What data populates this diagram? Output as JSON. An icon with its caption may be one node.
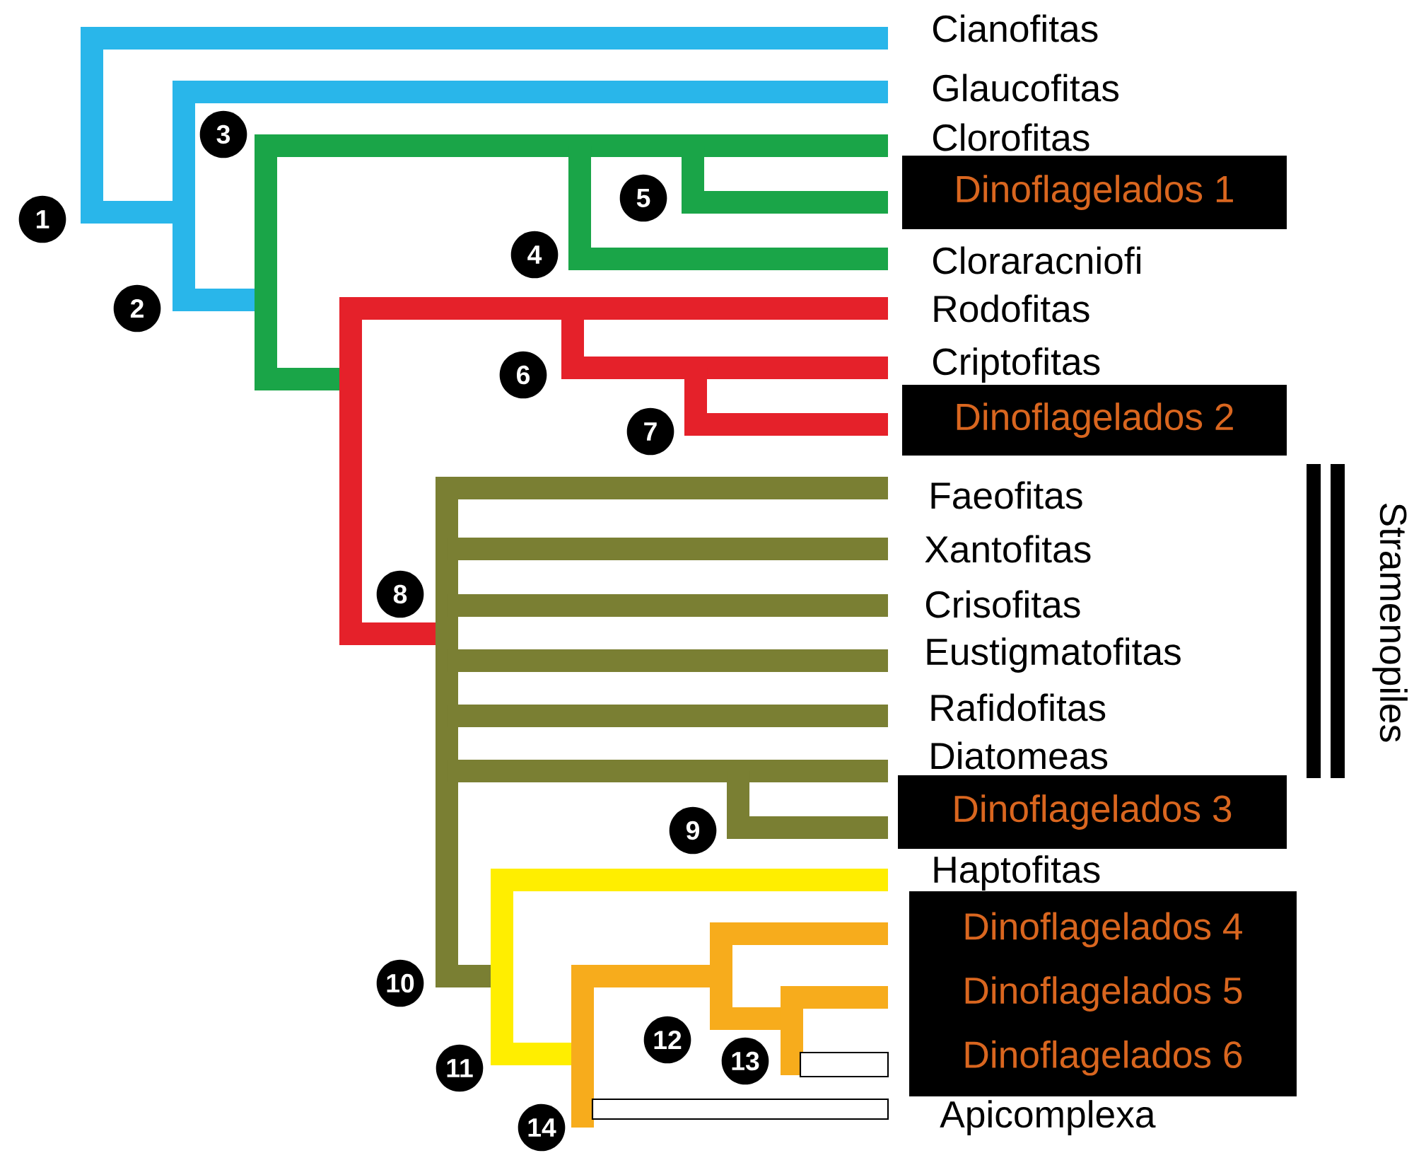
{
  "diagram": {
    "nodes": [
      {
        "text": [
          "1"
        ]
      },
      {
        "text": [
          "2"
        ]
      },
      {
        "text": [
          "3"
        ]
      },
      {
        "text": [
          "4"
        ]
      },
      {
        "text": [
          "5"
        ]
      },
      {
        "text": [
          "6"
        ]
      },
      {
        "text": [
          "7"
        ]
      },
      {
        "text": [
          "8"
        ]
      },
      {
        "text": [
          "9"
        ]
      },
      {
        "text": [
          "10"
        ]
      },
      {
        "text": [
          "11"
        ]
      },
      {
        "text": [
          "12"
        ]
      },
      {
        "text": [
          "13"
        ]
      },
      {
        "text": [
          "14"
        ]
      },
      {
        "text": [
          "Dinoflagelados 1"
        ]
      },
      {
        "text": [
          "Dinoflagelados 2"
        ]
      },
      {
        "text": [
          "Dinoflagelados 3"
        ]
      },
      {
        "text": [
          "Dinoflagelados 4",
          "Dinoflagelados 5",
          "Dinoflagelados 6"
        ]
      }
    ],
    "labels": [
      "Cianofitas",
      "Glaucofitas",
      "Clorofitas",
      "Cloraracniofi",
      "Rodofitas",
      "Criptofitas",
      "Faeofitas",
      "Xantofitas",
      "Crisofitas",
      "Eustigmatofitas",
      "Rafidofitas",
      "Diatomeas",
      "Stramenopiles",
      "Haptofitas",
      "Apicomplexa"
    ]
  }
}
